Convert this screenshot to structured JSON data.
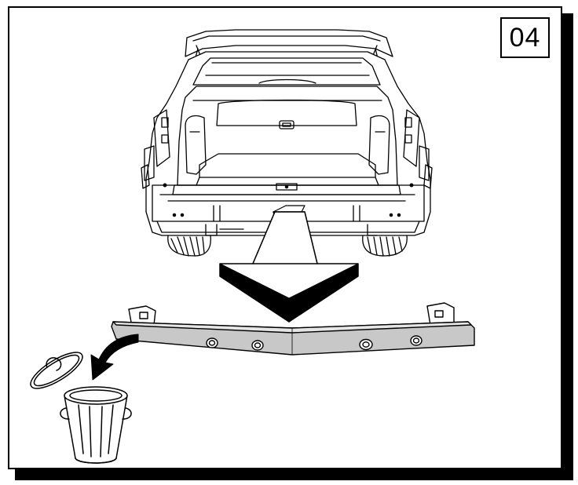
{
  "step": {
    "number": "04"
  },
  "illustration": {
    "subject": "vehicle-rear-view",
    "part": "rear-bumper-reinforcement-beam",
    "action_arrow": "down-arrow-icon",
    "disposal": "trash-can-icon"
  },
  "colors": {
    "line": "#000000",
    "beam_fill": "#c8c8c8",
    "background": "#ffffff"
  }
}
